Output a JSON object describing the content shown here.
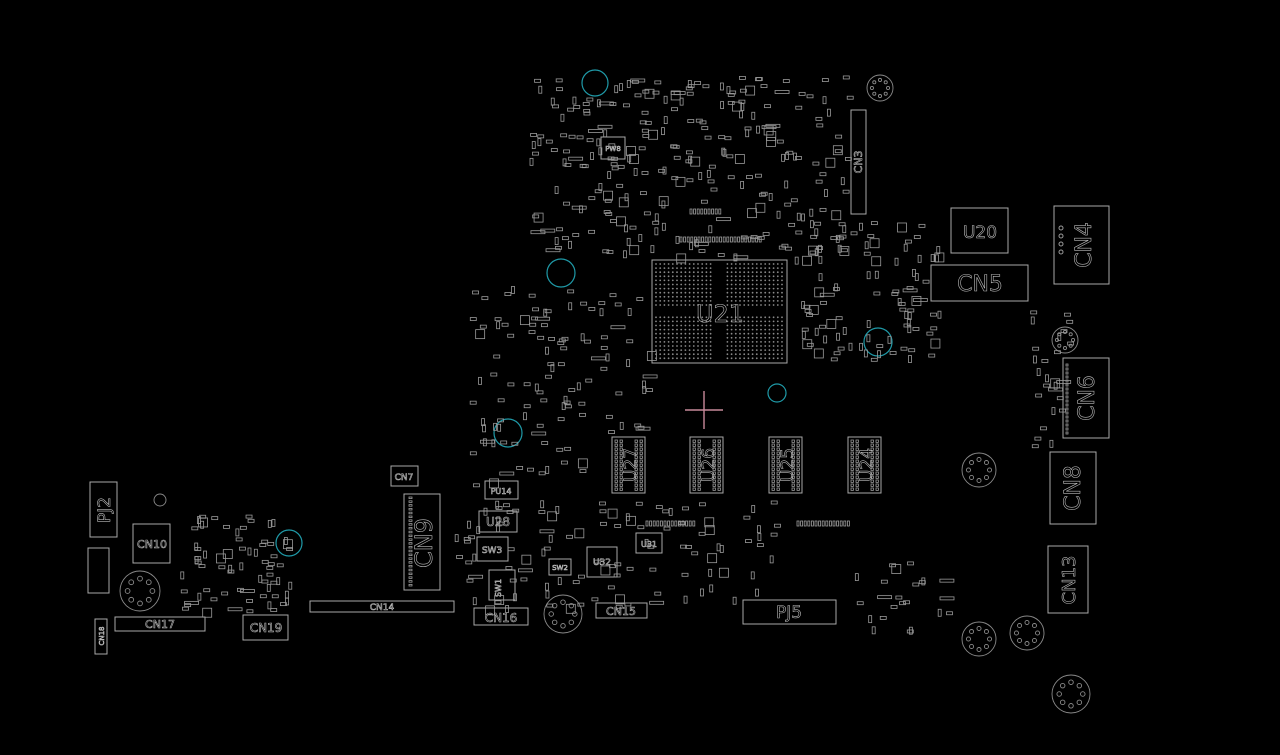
{
  "colors": {
    "background": "#000000",
    "outline": "#a9a9a9",
    "fiducial": "#1f9aa8",
    "cursor": "#c88a9a"
  },
  "labels": {
    "cn3": "CN3",
    "cn4": "CN4",
    "cn5": "CN5",
    "cn6": "CN6",
    "cn7": "CN7",
    "cn8": "CN8",
    "cn9": "CN9",
    "cn10": "CN10",
    "cn13": "CN13",
    "cn14": "CN14",
    "cn15": "CN15",
    "cn16": "CN16",
    "cn17": "CN17",
    "cn18": "CN18",
    "cn19": "CN19",
    "u20": "U20",
    "u21": "U21",
    "u24": "U24",
    "u25": "U25",
    "u26": "U26",
    "u27": "U27",
    "u28": "U28",
    "u31": "U31",
    "u32": "U32",
    "pj2": "PJ2",
    "pj5": "PJ5",
    "pu14": "PU14",
    "pw8": "PW8",
    "sw1": "SW1",
    "sw2": "SW2",
    "sw3": "SW3"
  }
}
